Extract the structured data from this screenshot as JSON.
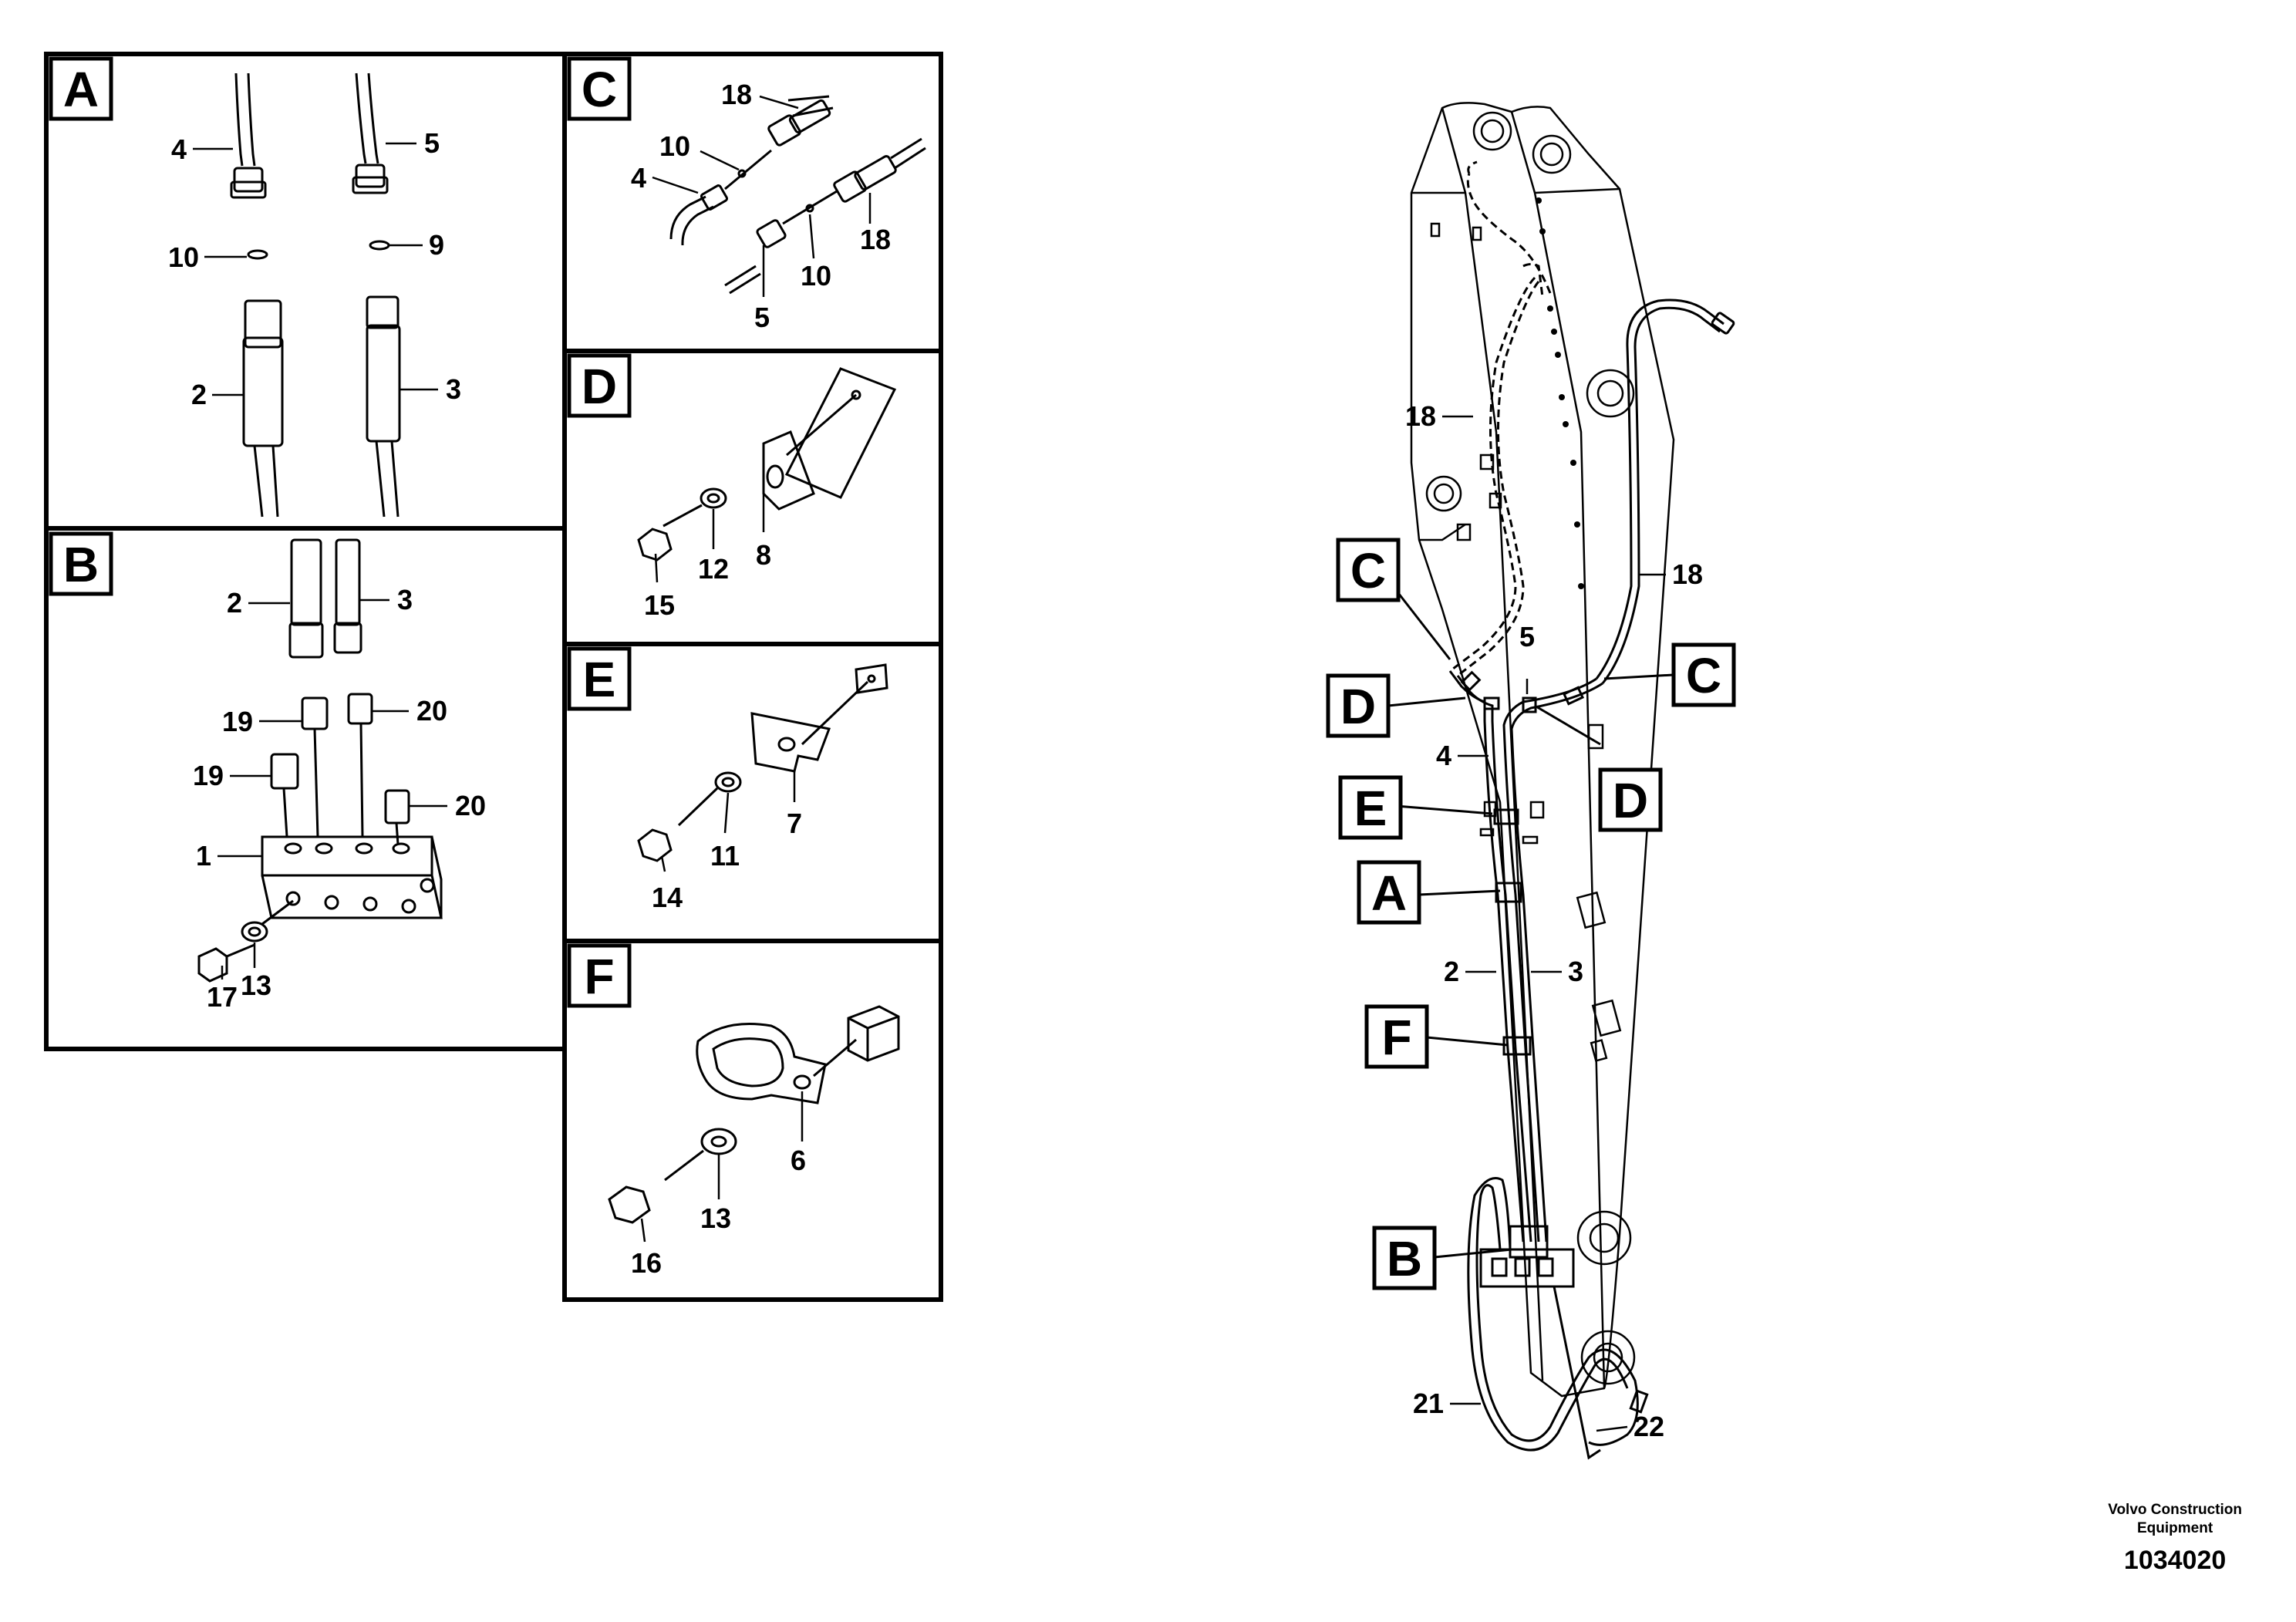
{
  "panels": {
    "A": {
      "letter": "A",
      "labels": [
        "4",
        "5",
        "10",
        "9",
        "2",
        "3"
      ]
    },
    "B": {
      "letter": "B",
      "labels": [
        "2",
        "3",
        "19",
        "20",
        "19",
        "20",
        "1",
        "17",
        "13"
      ]
    },
    "C": {
      "letter": "C",
      "labels": [
        "18",
        "10",
        "4",
        "18",
        "10",
        "5"
      ]
    },
    "D": {
      "letter": "D",
      "labels": [
        "15",
        "12",
        "8"
      ]
    },
    "E": {
      "letter": "E",
      "labels": [
        "14",
        "11",
        "7"
      ]
    },
    "F": {
      "letter": "F",
      "labels": [
        "16",
        "13",
        "6"
      ]
    }
  },
  "boom": {
    "callouts": [
      "C",
      "D",
      "E",
      "A",
      "F",
      "B",
      "C",
      "D"
    ],
    "labels": [
      "18",
      "18",
      "5",
      "4",
      "2",
      "3",
      "21",
      "22"
    ]
  },
  "footer": {
    "brand_line1": "Volvo Construction",
    "brand_line2": "Equipment",
    "doc_number": "1034020"
  }
}
